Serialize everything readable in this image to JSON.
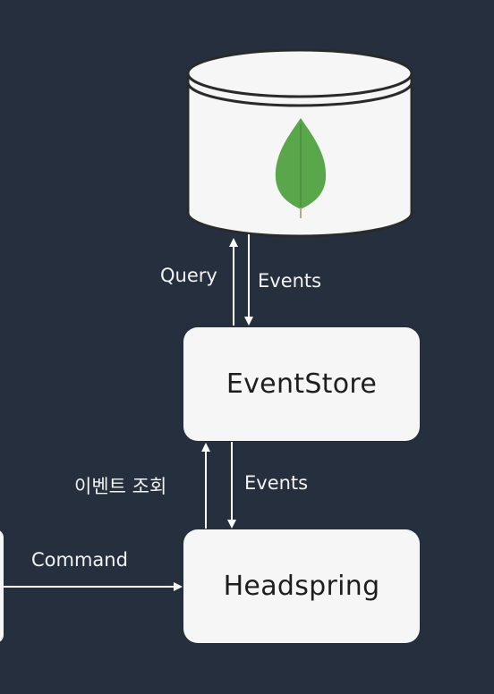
{
  "diagram": {
    "nodes": {
      "database": {
        "icon": "mongodb-leaf-icon",
        "leaf_color": "#5aa64a"
      },
      "eventstore": {
        "label": "EventStore"
      },
      "headspring": {
        "label": "Headspring"
      }
    },
    "edges": {
      "query": {
        "label": "Query"
      },
      "events_db_to_store": {
        "label": "Events"
      },
      "lookup": {
        "label": "이벤트 조회"
      },
      "events_store_to_headspring": {
        "label": "Events"
      },
      "command": {
        "label": "Command"
      }
    },
    "colors": {
      "background": "#262f3e",
      "node_fill": "#f6f6f6",
      "arrow": "#ffffff"
    }
  }
}
